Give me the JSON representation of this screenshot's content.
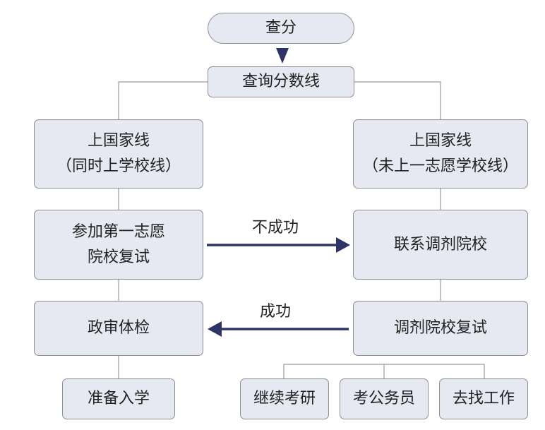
{
  "colors": {
    "box_fill": "#e6e8f2",
    "box_border": "#8e8e94",
    "connector": "#9a9a9a",
    "arrow": "#2c3566"
  },
  "nodes": {
    "check_score": "查分",
    "query_cutoff": "查询分数线",
    "above_national_left": {
      "line1": "上国家线",
      "line2": "（同时上学校线）"
    },
    "above_national_right": {
      "line1": "上国家线",
      "line2": "（未上一志愿学校线）"
    },
    "first_choice_retest": {
      "line1": "参加第一志愿",
      "line2": "院校复试"
    },
    "contact_adjust": "联系调剂院校",
    "political_check": "政审体检",
    "adjust_retest": "调剂院校复试",
    "enroll": "准备入学",
    "continue_exam": "继续考研",
    "civil_service": "考公务员",
    "find_job": "去找工作"
  },
  "edges": {
    "failure": "不成功",
    "success": "成功"
  }
}
